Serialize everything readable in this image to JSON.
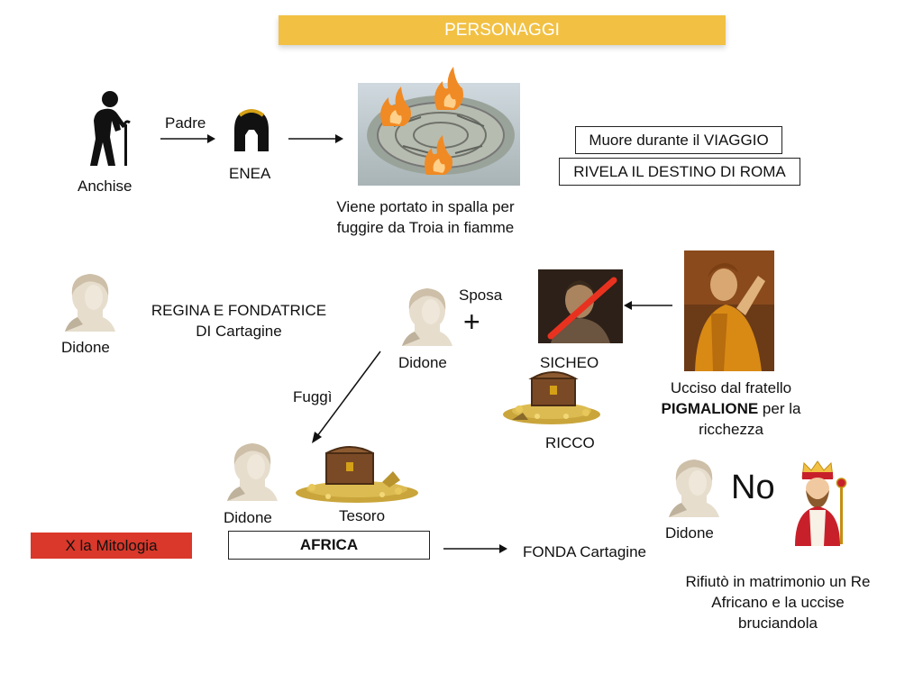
{
  "header": {
    "title": "PERSONAGGI"
  },
  "aeneas_section": {
    "anchise_label": "Anchise",
    "padre_label": "Padre",
    "enea_label": "ENEA",
    "troy_caption_1": "Viene portato in spalla per",
    "troy_caption_2": "fuggire da Troia in fiamme",
    "box_1": "Muore durante il VIAGGIO",
    "box_2": "RIVELA IL DESTINO DI ROMA"
  },
  "dido_section": {
    "didone_label": "Didone",
    "regina_line_1": "REGINA E FONDATRICE",
    "regina_line_2": "DI Cartagine",
    "sposa_label": "Sposa",
    "plus_sign": "+",
    "sicheo_label": "SICHEO",
    "ricco_label": "RICCO",
    "ucciso_line_1": "Ucciso dal fratello",
    "pigmalione": "PIGMALIONE",
    "ucciso_line_2_rest": " per la",
    "ucciso_line_3": "ricchezza",
    "fuggi_label": "Fuggì",
    "tesoro_label": "Tesoro",
    "africa_label": "AFRICA",
    "fonda_label": "FONDA Cartagine",
    "mitologia_label": "X la Mitologia",
    "no_label": "No",
    "rifiuto_line_1": "Rifiutò in matrimonio un Re",
    "rifiuto_line_2": "Africano e la uccise",
    "rifiuto_line_3": "bruciandola"
  },
  "colors": {
    "title_bar": "#f2c144",
    "red_label": "#d9382a",
    "flame": "#f08a24",
    "slash": "#e8321f"
  }
}
